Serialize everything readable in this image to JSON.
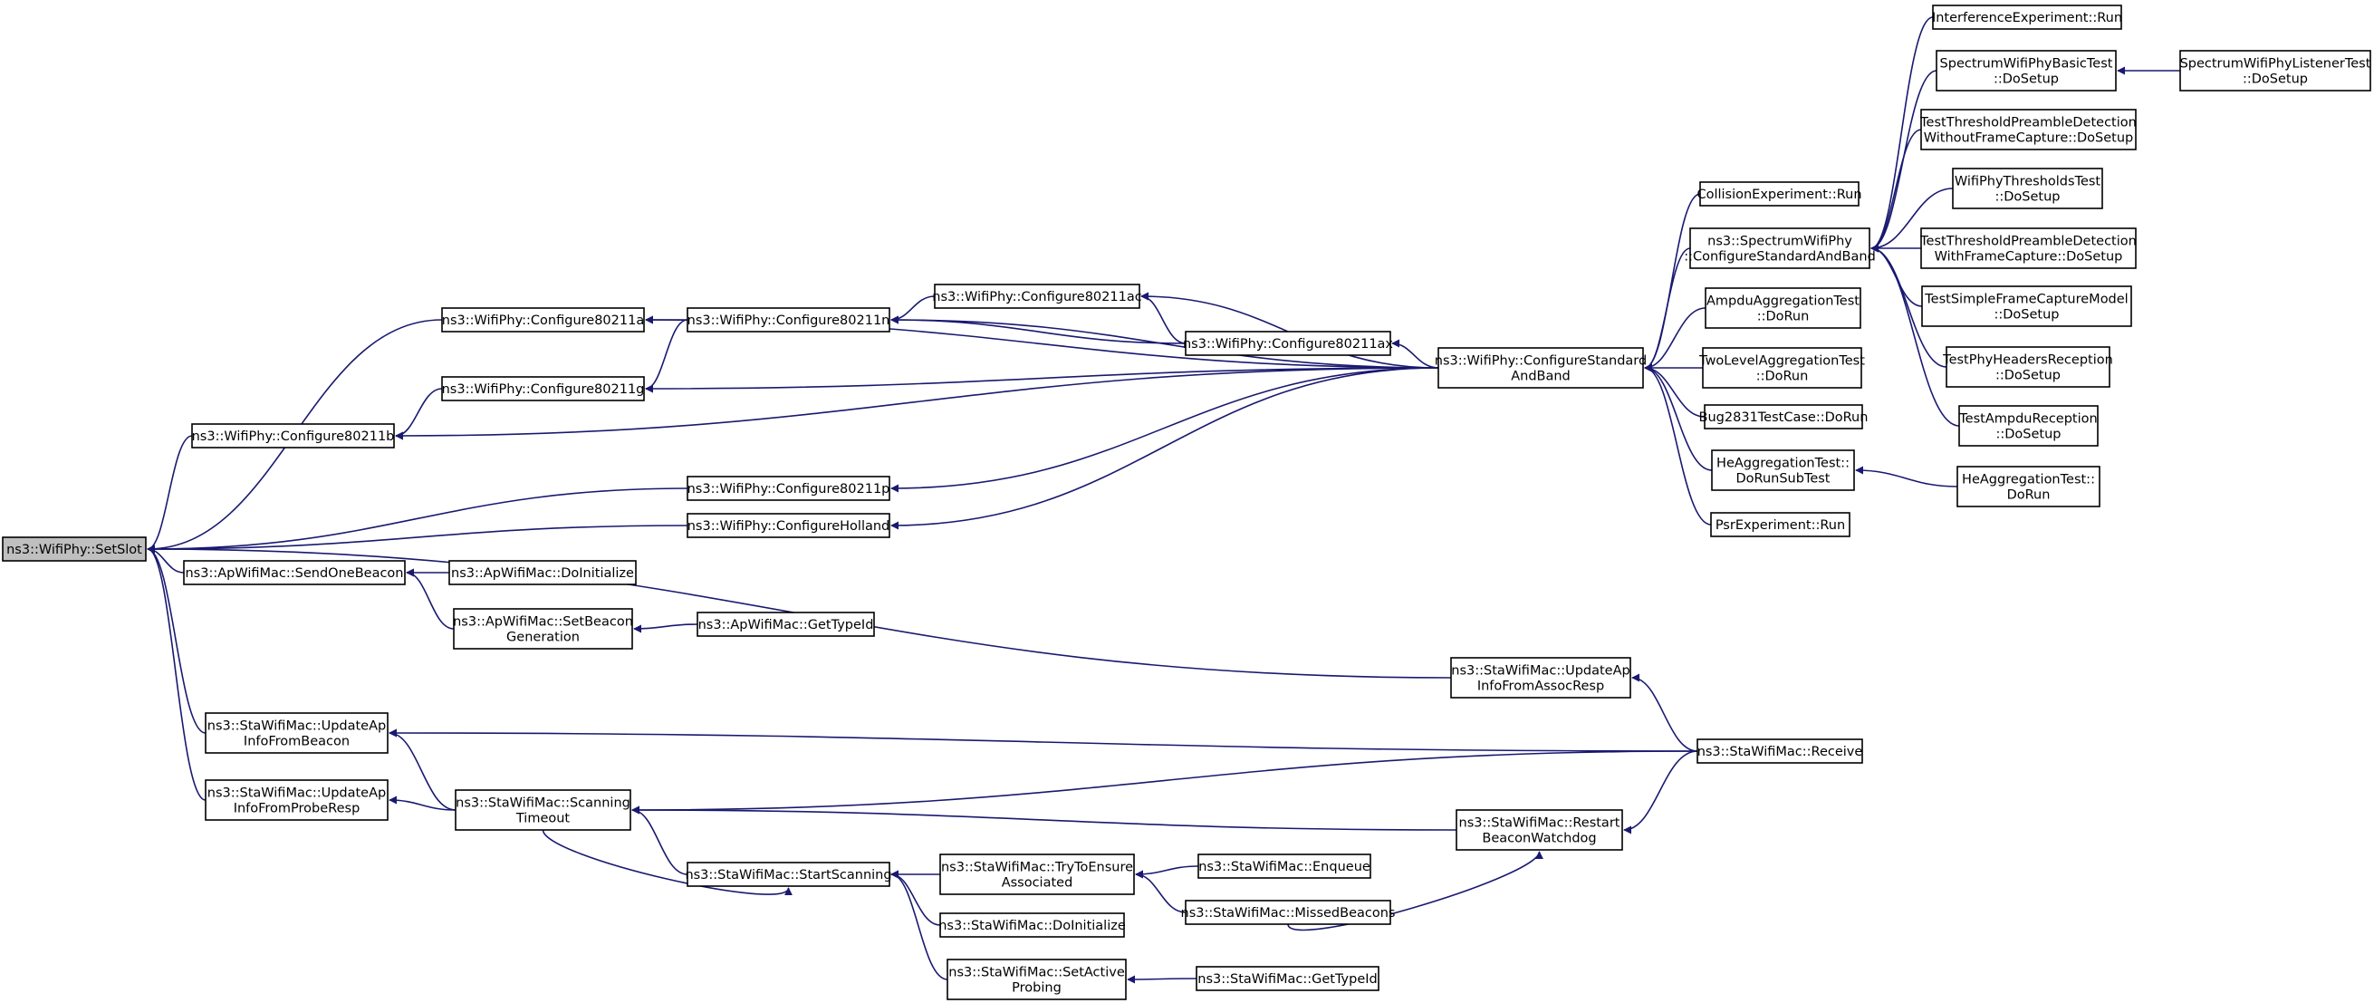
{
  "colors": {
    "edge": "#191970",
    "node_border": "#000000",
    "root_fill": "#bfbfbf",
    "node_fill": "#ffffff"
  },
  "nodes": [
    {
      "id": "setslot",
      "lines": [
        "ns3::WifiPhy::SetSlot"
      ],
      "root": true
    },
    {
      "id": "cfg11a",
      "lines": [
        "ns3::WifiPhy::Configure80211a"
      ]
    },
    {
      "id": "cfg11n",
      "lines": [
        "ns3::WifiPhy::Configure80211n"
      ]
    },
    {
      "id": "cfg11ac",
      "lines": [
        "ns3::WifiPhy::Configure80211ac"
      ]
    },
    {
      "id": "cfg11ax",
      "lines": [
        "ns3::WifiPhy::Configure80211ax"
      ]
    },
    {
      "id": "cfg11g",
      "lines": [
        "ns3::WifiPhy::Configure80211g"
      ]
    },
    {
      "id": "cfg11b",
      "lines": [
        "ns3::WifiPhy::Configure80211b"
      ]
    },
    {
      "id": "cfg11p",
      "lines": [
        "ns3::WifiPhy::Configure80211p"
      ]
    },
    {
      "id": "cfgholland",
      "lines": [
        "ns3::WifiPhy::ConfigureHolland"
      ]
    },
    {
      "id": "cfgstd",
      "lines": [
        "ns3::WifiPhy::ConfigureStandard",
        "AndBand"
      ]
    },
    {
      "id": "collision",
      "lines": [
        "CollisionExperiment::Run"
      ]
    },
    {
      "id": "specstd",
      "lines": [
        "ns3::SpectrumWifiPhy",
        "::ConfigureStandardAndBand"
      ]
    },
    {
      "id": "ampduagg",
      "lines": [
        "AmpduAggregationTest",
        "::DoRun"
      ]
    },
    {
      "id": "twolevel",
      "lines": [
        "TwoLevelAggregationTest",
        "::DoRun"
      ]
    },
    {
      "id": "bug2831",
      "lines": [
        "Bug2831TestCase::DoRun"
      ]
    },
    {
      "id": "heaggsub",
      "lines": [
        "HeAggregationTest::",
        "DoRunSubTest"
      ]
    },
    {
      "id": "psrexp",
      "lines": [
        "PsrExperiment::Run"
      ]
    },
    {
      "id": "heaggrun",
      "lines": [
        "HeAggregationTest::",
        "DoRun"
      ]
    },
    {
      "id": "interf",
      "lines": [
        "InterferenceExperiment::Run"
      ]
    },
    {
      "id": "specbasic",
      "lines": [
        "SpectrumWifiPhyBasicTest",
        "::DoSetup"
      ]
    },
    {
      "id": "speclistener",
      "lines": [
        "SpectrumWifiPhyListenerTest",
        "::DoSetup"
      ]
    },
    {
      "id": "threshwithout",
      "lines": [
        "TestThresholdPreambleDetection",
        "WithoutFrameCapture::DoSetup"
      ]
    },
    {
      "id": "phythresh",
      "lines": [
        "WifiPhyThresholdsTest",
        "::DoSetup"
      ]
    },
    {
      "id": "threshwith",
      "lines": [
        "TestThresholdPreambleDetection",
        "WithFrameCapture::DoSetup"
      ]
    },
    {
      "id": "simplecapture",
      "lines": [
        "TestSimpleFrameCaptureModel",
        "::DoSetup"
      ]
    },
    {
      "id": "phyheaders",
      "lines": [
        "TestPhyHeadersReception",
        "::DoSetup"
      ]
    },
    {
      "id": "ampdurecep",
      "lines": [
        "TestAmpduReception",
        "::DoSetup"
      ]
    },
    {
      "id": "sendbeacon",
      "lines": [
        "ns3::ApWifiMac::SendOneBeacon"
      ]
    },
    {
      "id": "apdoinit",
      "lines": [
        "ns3::ApWifiMac::DoInitialize"
      ]
    },
    {
      "id": "setbeacongen",
      "lines": [
        "ns3::ApWifiMac::SetBeacon",
        "Generation"
      ]
    },
    {
      "id": "apgettypeid",
      "lines": [
        "ns3::ApWifiMac::GetTypeId"
      ]
    },
    {
      "id": "updassoc",
      "lines": [
        "ns3::StaWifiMac::UpdateAp",
        "InfoFromAssocResp"
      ]
    },
    {
      "id": "updbeacon",
      "lines": [
        "ns3::StaWifiMac::UpdateAp",
        "InfoFromBeacon"
      ]
    },
    {
      "id": "updprobe",
      "lines": [
        "ns3::StaWifiMac::UpdateAp",
        "InfoFromProbeResp"
      ]
    },
    {
      "id": "receive",
      "lines": [
        "ns3::StaWifiMac::Receive"
      ]
    },
    {
      "id": "scantimeout",
      "lines": [
        "ns3::StaWifiMac::Scanning",
        "Timeout"
      ]
    },
    {
      "id": "restartbeacon",
      "lines": [
        "ns3::StaWifiMac::Restart",
        "BeaconWatchdog"
      ]
    },
    {
      "id": "startscan",
      "lines": [
        "ns3::StaWifiMac::StartScanning"
      ]
    },
    {
      "id": "tryensure",
      "lines": [
        "ns3::StaWifiMac::TryToEnsure",
        "Associated"
      ]
    },
    {
      "id": "enqueue",
      "lines": [
        "ns3::StaWifiMac::Enqueue"
      ]
    },
    {
      "id": "missedbeacons",
      "lines": [
        "ns3::StaWifiMac::MissedBeacons"
      ]
    },
    {
      "id": "stadoinit",
      "lines": [
        "ns3::StaWifiMac::DoInitialize"
      ]
    },
    {
      "id": "setactive",
      "lines": [
        "ns3::StaWifiMac::SetActive",
        "Probing"
      ]
    },
    {
      "id": "stagettypeid",
      "lines": [
        "ns3::StaWifiMac::GetTypeId"
      ]
    }
  ],
  "edges": [
    [
      "setslot",
      "cfg11a"
    ],
    [
      "setslot",
      "cfg11b"
    ],
    [
      "setslot",
      "cfg11p"
    ],
    [
      "setslot",
      "cfgholland"
    ],
    [
      "setslot",
      "sendbeacon"
    ],
    [
      "setslot",
      "updassoc"
    ],
    [
      "setslot",
      "updbeacon"
    ],
    [
      "setslot",
      "updprobe"
    ],
    [
      "cfg11a",
      "cfg11n"
    ],
    [
      "cfg11a",
      "cfgstd"
    ],
    [
      "cfg11n",
      "cfg11ac"
    ],
    [
      "cfg11n",
      "cfg11ax"
    ],
    [
      "cfg11n",
      "cfgstd"
    ],
    [
      "cfg11ac",
      "cfg11ax"
    ],
    [
      "cfg11ac",
      "cfgstd"
    ],
    [
      "cfg11ax",
      "cfgstd"
    ],
    [
      "cfg11g",
      "cfg11n"
    ],
    [
      "cfg11g",
      "cfgstd"
    ],
    [
      "cfg11b",
      "cfg11g"
    ],
    [
      "cfg11b",
      "cfgstd"
    ],
    [
      "cfg11p",
      "cfgstd"
    ],
    [
      "cfgholland",
      "cfgstd"
    ],
    [
      "cfgstd",
      "collision"
    ],
    [
      "cfgstd",
      "specstd"
    ],
    [
      "cfgstd",
      "ampduagg"
    ],
    [
      "cfgstd",
      "twolevel"
    ],
    [
      "cfgstd",
      "bug2831"
    ],
    [
      "cfgstd",
      "heaggsub"
    ],
    [
      "cfgstd",
      "psrexp"
    ],
    [
      "heaggsub",
      "heaggrun"
    ],
    [
      "specstd",
      "interf"
    ],
    [
      "specstd",
      "specbasic"
    ],
    [
      "specstd",
      "threshwithout"
    ],
    [
      "specstd",
      "phythresh"
    ],
    [
      "specstd",
      "threshwith"
    ],
    [
      "specstd",
      "simplecapture"
    ],
    [
      "specstd",
      "phyheaders"
    ],
    [
      "specstd",
      "ampdurecep"
    ],
    [
      "specbasic",
      "speclistener"
    ],
    [
      "sendbeacon",
      "apdoinit"
    ],
    [
      "sendbeacon",
      "setbeacongen"
    ],
    [
      "setbeacongen",
      "apgettypeid"
    ],
    [
      "updassoc",
      "receive"
    ],
    [
      "updbeacon",
      "receive"
    ],
    [
      "updbeacon",
      "scantimeout"
    ],
    [
      "updprobe",
      "scantimeout"
    ],
    [
      "scantimeout",
      "receive"
    ],
    [
      "scantimeout",
      "restartbeacon"
    ],
    [
      "scantimeout",
      "startscan"
    ],
    [
      "restartbeacon",
      "receive"
    ],
    [
      "restartbeacon",
      "missedbeacons"
    ],
    [
      "startscan",
      "scantimeout"
    ],
    [
      "startscan",
      "tryensure"
    ],
    [
      "startscan",
      "stadoinit"
    ],
    [
      "startscan",
      "setactive"
    ],
    [
      "tryensure",
      "enqueue"
    ],
    [
      "tryensure",
      "missedbeacons"
    ],
    [
      "setactive",
      "stagettypeid"
    ]
  ]
}
